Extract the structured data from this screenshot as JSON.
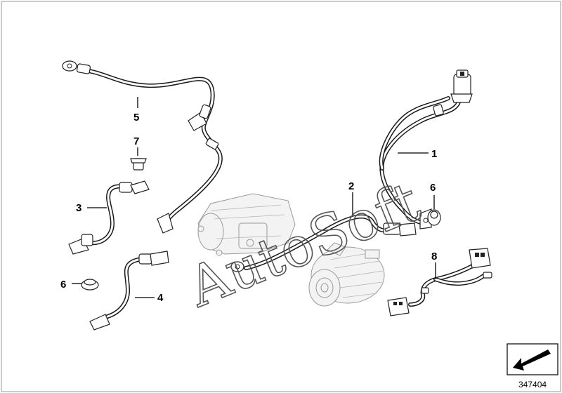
{
  "callouts": [
    {
      "id": "1",
      "label": "1"
    },
    {
      "id": "2",
      "label": "2"
    },
    {
      "id": "3",
      "label": "3"
    },
    {
      "id": "4",
      "label": "4"
    },
    {
      "id": "5",
      "label": "5"
    },
    {
      "id": "6a",
      "label": "6"
    },
    {
      "id": "6b",
      "label": "6"
    },
    {
      "id": "7",
      "label": "7"
    },
    {
      "id": "8",
      "label": "8"
    }
  ],
  "watermark": "AutoSoft",
  "reference_number": "347404",
  "icons": {
    "nav": "back-arrow-icon"
  },
  "colors": {
    "line": "#1a1a1a",
    "ghost": "#9a9a9a",
    "background": "#ffffff"
  }
}
